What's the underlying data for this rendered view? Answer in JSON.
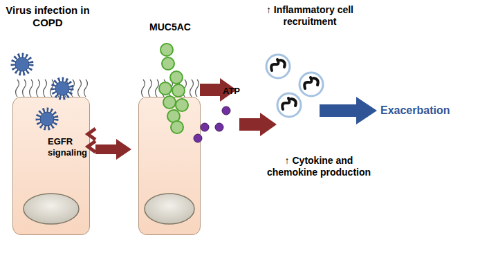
{
  "diagram": {
    "nodes": [
      {
        "text": [
          "EGFR signaling"
        ]
      },
      {
        "text": [
          "MUC5AC"
        ]
      }
    ],
    "edges": [
      {
        "from": 0,
        "to": 1,
        "arrow": "to"
      }
    ],
    "labels": [
      "Virus infection in COPD",
      "↑ Inflammatory cell recruitment",
      "ATP",
      "Exacerbation",
      "↑ Cytokine and chemokine production"
    ]
  }
}
